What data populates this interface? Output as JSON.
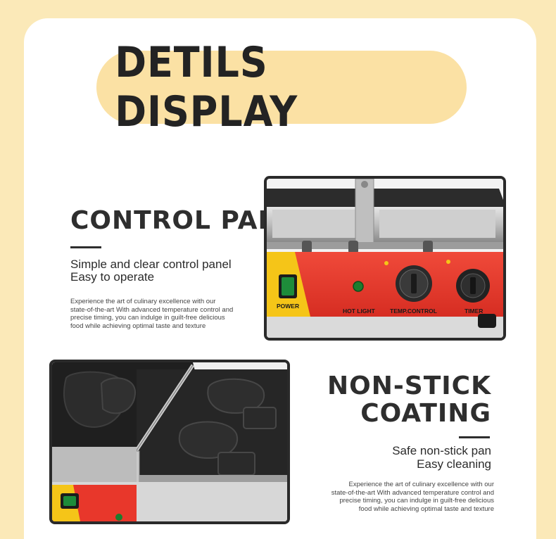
{
  "header": {
    "title": "DETILS DISPLAY"
  },
  "section1": {
    "heading": "CONTROL PANEL",
    "sub_line1": "Simple and clear control panel",
    "sub_line2": "Easy to operate",
    "body_lines": [
      "Experience the art of culinary excellence with our",
      "state-of-the-art With advanced temperature control and",
      "precise timing, you can indulge in guilt-free delicious",
      "food while achieving optimal taste and texture"
    ],
    "panel_labels": {
      "power": "POWER",
      "hot_light": "HOT LIGHT",
      "temp_control": "TEMP.CONTROL",
      "timer": "TIMER"
    }
  },
  "section2": {
    "heading_line1": "NON-STICK",
    "heading_line2": "COATING",
    "sub_line1": "Safe non-stick pan",
    "sub_line2": "Easy cleaning",
    "body_lines": [
      "Experience the art of culinary excellence with our",
      "state-of-the-art With advanced temperature control and",
      "precise timing, you can indulge in guilt-free delicious",
      "food while achieving optimal taste and texture"
    ]
  },
  "colors": {
    "background": "#fbe9b8",
    "pill": "#fbe1a4",
    "panel_red": "#e8372b",
    "panel_yellow": "#f5c518"
  }
}
